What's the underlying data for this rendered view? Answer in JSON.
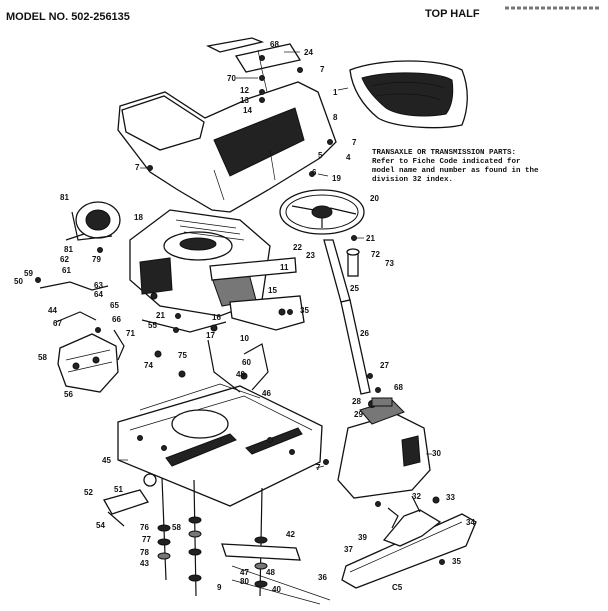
{
  "header": {
    "model_no": "MODEL NO. 502-256135",
    "section": "TOP HALF"
  },
  "note": {
    "line1": "TRANSAXLE OR TRANSMISSION PARTS:",
    "line2": "Refer to Fiche Code indicated for",
    "line3": "model name and number as found in the",
    "line4": "division 32 index."
  },
  "callouts": [
    "68",
    "24",
    "7",
    "70",
    "12",
    "13",
    "14",
    "1",
    "8",
    "7",
    "4",
    "5",
    "6",
    "7",
    "19",
    "20",
    "81",
    "18",
    "81",
    "21",
    "22",
    "23",
    "72",
    "73",
    "62",
    "79",
    "11",
    "59",
    "50",
    "61",
    "63",
    "64",
    "65",
    "25",
    "44",
    "67",
    "66",
    "15",
    "35",
    "21",
    "55",
    "17",
    "16",
    "26",
    "71",
    "10",
    "58",
    "74",
    "75",
    "60",
    "49",
    "46",
    "27",
    "56",
    "28",
    "68",
    "29",
    "45",
    "30",
    "7",
    "52",
    "51",
    "54",
    "76",
    "58",
    "77",
    "78",
    "43",
    "32",
    "33",
    "34",
    "39",
    "37",
    "42",
    "9",
    "47",
    "40",
    "80",
    "48",
    "36",
    "35",
    "C5"
  ]
}
